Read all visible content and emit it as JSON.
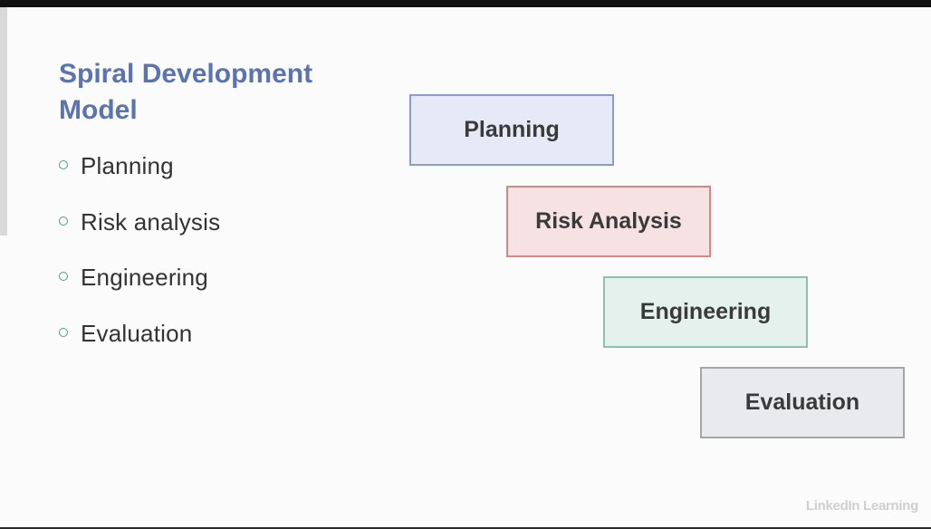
{
  "slide": {
    "title": "Spiral Development Model",
    "bullets": [
      "Planning",
      "Risk analysis",
      "Engineering",
      "Evaluation"
    ]
  },
  "diagram": {
    "stages": [
      {
        "label": "Planning",
        "fill": "#e6eaf6",
        "border": "#8a9bd2"
      },
      {
        "label": "Risk Analysis",
        "fill": "#f6e2e2",
        "border": "#d88585"
      },
      {
        "label": "Engineering",
        "fill": "#e5f1ec",
        "border": "#8cc2aa"
      },
      {
        "label": "Evaluation",
        "fill": "#e9eaed",
        "border": "#a4a6ab"
      }
    ]
  },
  "watermark": "LinkedIn Learning",
  "colors": {
    "title": "#5b74b0",
    "bullet_marker": "#4f9a86",
    "text": "#333333"
  }
}
